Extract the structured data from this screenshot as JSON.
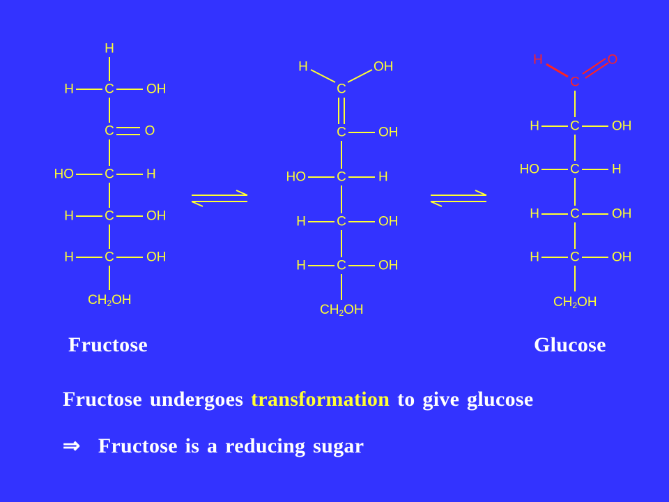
{
  "colors": {
    "background": "#3333ff",
    "structure": "#ffff33",
    "highlight": "#ff2222",
    "text": "#ffffff"
  },
  "labels": {
    "fructose": "Fructose",
    "glucose": "Glucose"
  },
  "statement": {
    "part1": "Fructose undergoes",
    "highlight": "transformation",
    "part2": "to give glucose"
  },
  "conclusion": {
    "symbol": "⇒",
    "text": "Fructose is a reducing sugar"
  },
  "atoms": {
    "H": "H",
    "C": "C",
    "O": "O",
    "OH": "OH",
    "HO": "HO",
    "CH": "CH",
    "two": "2"
  }
}
